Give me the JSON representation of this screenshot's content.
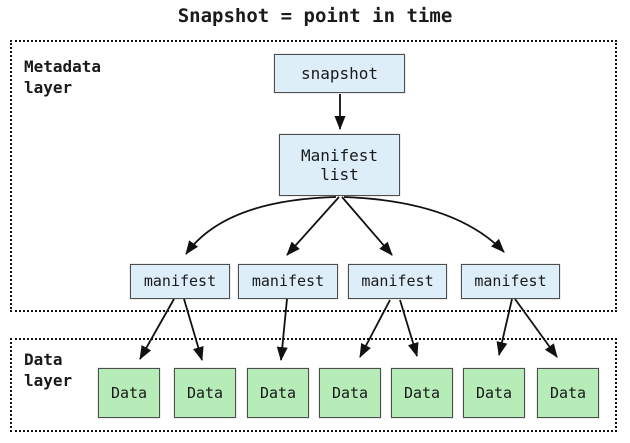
{
  "title": "Snapshot = point in time",
  "metadata_layer": {
    "label": "Metadata\nlayer",
    "snapshot": "snapshot",
    "manifest_list": "Manifest\nlist",
    "manifests": [
      "manifest",
      "manifest",
      "manifest",
      "manifest"
    ]
  },
  "data_layer": {
    "label": "Data\nlayer",
    "data_nodes": [
      "Data",
      "Data",
      "Data",
      "Data",
      "Data",
      "Data",
      "Data"
    ]
  },
  "connections": [
    {
      "from": "snapshot",
      "to": "manifest-list"
    },
    {
      "from": "manifest-list",
      "to": "manifest-1"
    },
    {
      "from": "manifest-list",
      "to": "manifest-2"
    },
    {
      "from": "manifest-list",
      "to": "manifest-3"
    },
    {
      "from": "manifest-list",
      "to": "manifest-4"
    },
    {
      "from": "manifest-1",
      "to": "data-1"
    },
    {
      "from": "manifest-1",
      "to": "data-2"
    },
    {
      "from": "manifest-2",
      "to": "data-3"
    },
    {
      "from": "manifest-3",
      "to": "data-4"
    },
    {
      "from": "manifest-3",
      "to": "data-5"
    },
    {
      "from": "manifest-4",
      "to": "data-6"
    },
    {
      "from": "manifest-4",
      "to": "data-7"
    }
  ],
  "colors": {
    "node_blue": "#ddeef9",
    "node_green": "#b5ecb8",
    "border": "#4d4d4d",
    "line": "#111111",
    "ink": "#1a1a1a"
  }
}
